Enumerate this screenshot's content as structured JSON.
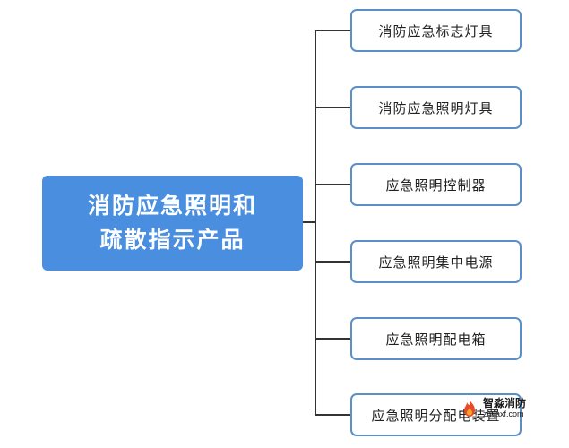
{
  "root": {
    "line1": "消防应急照明和",
    "line2": "疏散指示产品"
  },
  "children": [
    {
      "label": "消防应急标志灯具"
    },
    {
      "label": "消防应急照明灯具"
    },
    {
      "label": "应急照明控制器"
    },
    {
      "label": "应急照明集中电源"
    },
    {
      "label": "应急照明配电箱"
    },
    {
      "label": "应急照明分配电装置"
    }
  ],
  "colors": {
    "root_fill": "#4a8ee0",
    "child_border": "#5a8fc8",
    "connector": "#333333"
  },
  "watermark": {
    "name": "智淼消防",
    "url": "zmjaxf.com"
  }
}
